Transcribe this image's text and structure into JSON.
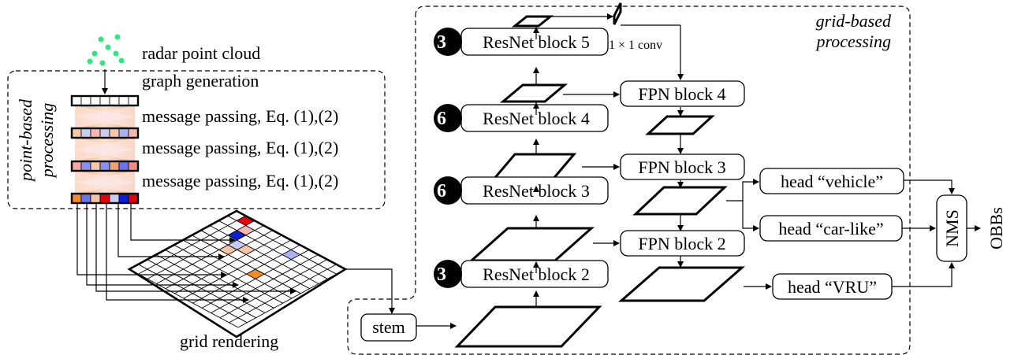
{
  "labels": {
    "radar_point_cloud": "radar point cloud",
    "graph_generation": "graph generation",
    "message_passing_1": "message passing, Eq. (1),(2)",
    "message_passing_2": "message passing, Eq. (1),(2)",
    "message_passing_3": "message passing, Eq. (1),(2)",
    "point_based_line1": "point-based",
    "point_based_line2": "processing",
    "grid_rendering": "grid rendering",
    "stem": "stem",
    "grid_based_line1": "grid-based",
    "grid_based_line2": "processing",
    "conv": "1 × 1 conv",
    "nms": "NMS",
    "obbs": "OBBs"
  },
  "resnet_blocks": [
    {
      "count": "3",
      "times": "×",
      "label": "ResNet block 5"
    },
    {
      "count": "6",
      "times": "×",
      "label": "ResNet block 4"
    },
    {
      "count": "6",
      "times": "×",
      "label": "ResNet block 3"
    },
    {
      "count": "3",
      "times": "×",
      "label": "ResNet block 2"
    }
  ],
  "fpn_blocks": [
    "FPN block 4",
    "FPN block 3",
    "FPN block 2"
  ],
  "heads": [
    "head “vehicle”",
    "head “car-like”",
    "head “VRU”"
  ],
  "colors": {
    "point": "#2ee87a",
    "red": "#e8000b",
    "blue": "#0a1fd6",
    "orange": "#f28c28",
    "peach": "#f7c3a0",
    "lavender": "#aab0f0",
    "pale_blue": "#c8ccf5",
    "pale_red": "#f5b8b0"
  }
}
